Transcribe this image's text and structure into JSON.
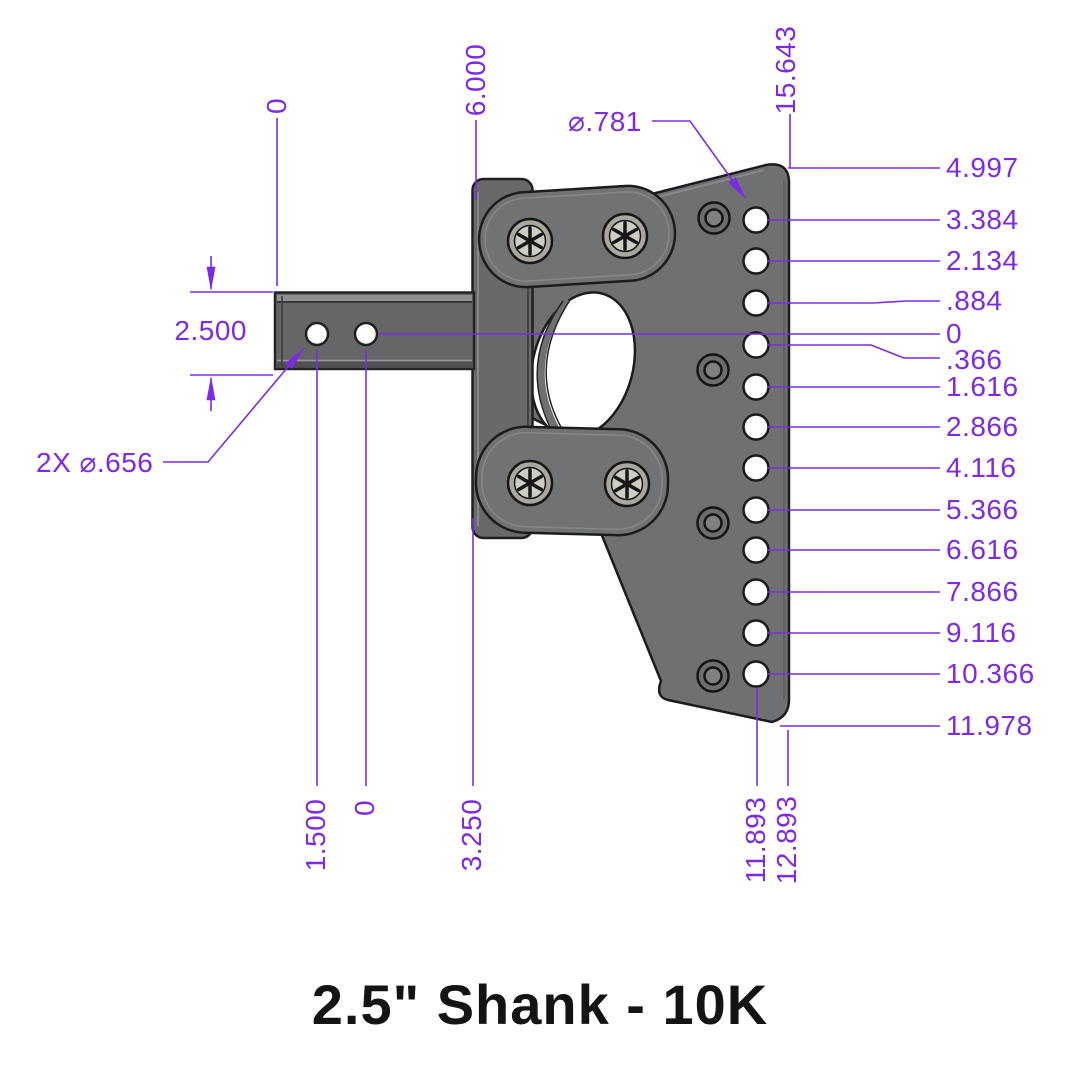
{
  "title": "2.5\" Shank - 10K",
  "colors": {
    "dimension_purple": "#7D2BE2",
    "part_gray": "#6E7072",
    "part_outline": "#1C1C1C",
    "background": "#FFFFFF"
  },
  "dimensions": {
    "top": [
      "0",
      "6.000",
      "15.643"
    ],
    "hole_diameter_head": "⌀.781",
    "shank_height": "2.500",
    "shank_holes": "2X ⌀.656",
    "right": [
      "4.997",
      "3.384",
      "2.134",
      ".884",
      "0",
      ".366",
      "1.616",
      "2.866",
      "4.116",
      "5.366",
      "6.616",
      "7.866",
      "9.116",
      "10.366",
      "11.978"
    ],
    "bottom": [
      "1.500",
      "0",
      "3.250",
      "11.893",
      "12.893"
    ]
  }
}
